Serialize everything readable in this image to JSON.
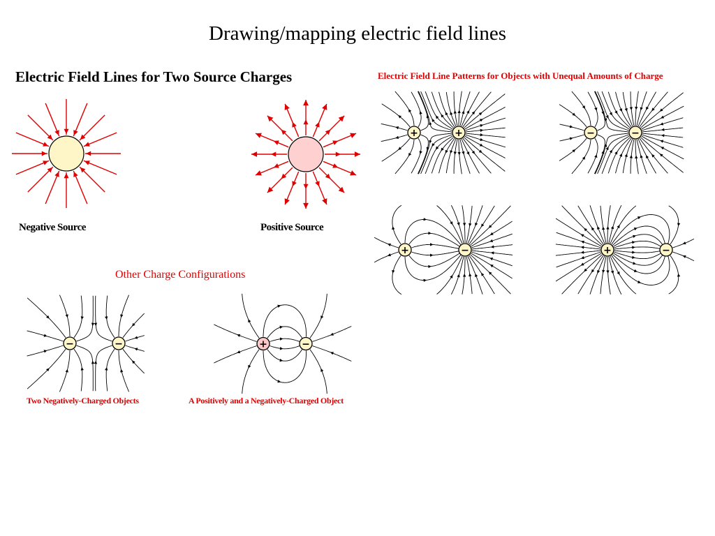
{
  "slide_title": "Drawing/mapping electric field lines",
  "panel_two_source": {
    "heading": "Electric Field  Lines for Two Source Charges",
    "negative_caption": "Negative Source",
    "positive_caption": "Positive Source"
  },
  "panel_unequal": {
    "heading": "Electric Field Line Patterns for Objects with Unequal Amounts of Charge",
    "charge_symbols": [
      "+",
      "+",
      "−",
      "−",
      "+",
      "−",
      "+",
      "−"
    ]
  },
  "panel_other": {
    "heading": "Other Charge Configurations",
    "two_negative_caption": "Two Negatively-Charged Objects",
    "pos_neg_caption": "A Positively and a Negatively-Charged Object",
    "charge_symbols": [
      "−",
      "−",
      "+",
      "−"
    ]
  },
  "colors": {
    "red": "#e00000",
    "field_line": "#000000",
    "neg_source_fill": "#fff6c8",
    "pos_source_fill": "#ffd0d0",
    "charge_fill": "#fff6c8",
    "pos_charge_fill": "#ffc8c8"
  }
}
